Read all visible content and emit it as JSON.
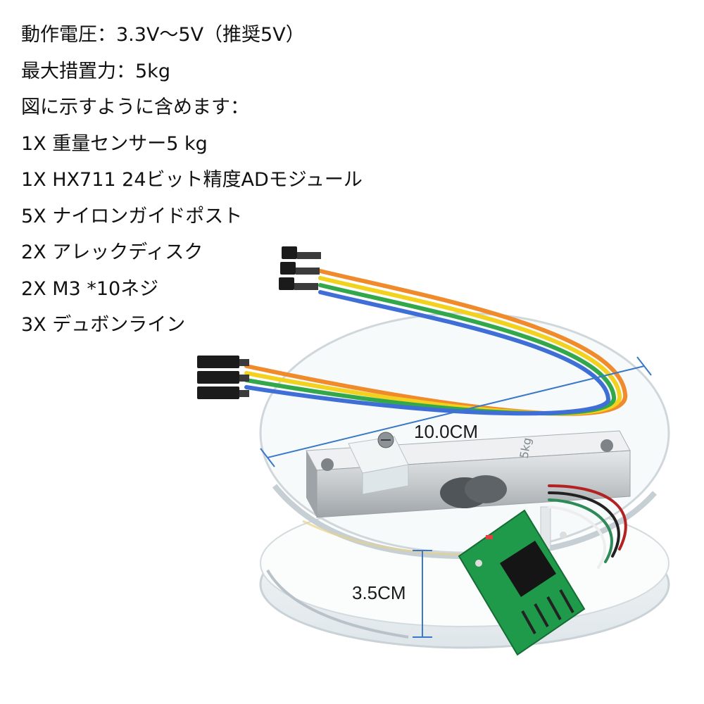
{
  "specs": [
    "動作電圧：3.3V〜5V（推奨5V）",
    "最大措置力：5kg",
    "図に示すように含めます：",
    "1X 重量センサー5 kg",
    "1X HX711 24ビット精度ADモジュール",
    "5X ナイロンガイドポスト",
    "2X アレックディスク",
    "2X  M3 *10ネジ",
    "3X デュボンライン"
  ],
  "dimensions": {
    "diameter": "10.0CM",
    "height": "3.5CM"
  },
  "product": {
    "load_cell_label": "5kg"
  },
  "colors": {
    "dimension_line": "#3a78c8",
    "wire_colors": [
      "#f08a2a",
      "#f2d21e",
      "#33a84a",
      "#3f6fd6"
    ],
    "pcb": "#1f9a4a",
    "acrylic_edge": "#cfd6da",
    "aluminum": "#c9cdd0"
  }
}
